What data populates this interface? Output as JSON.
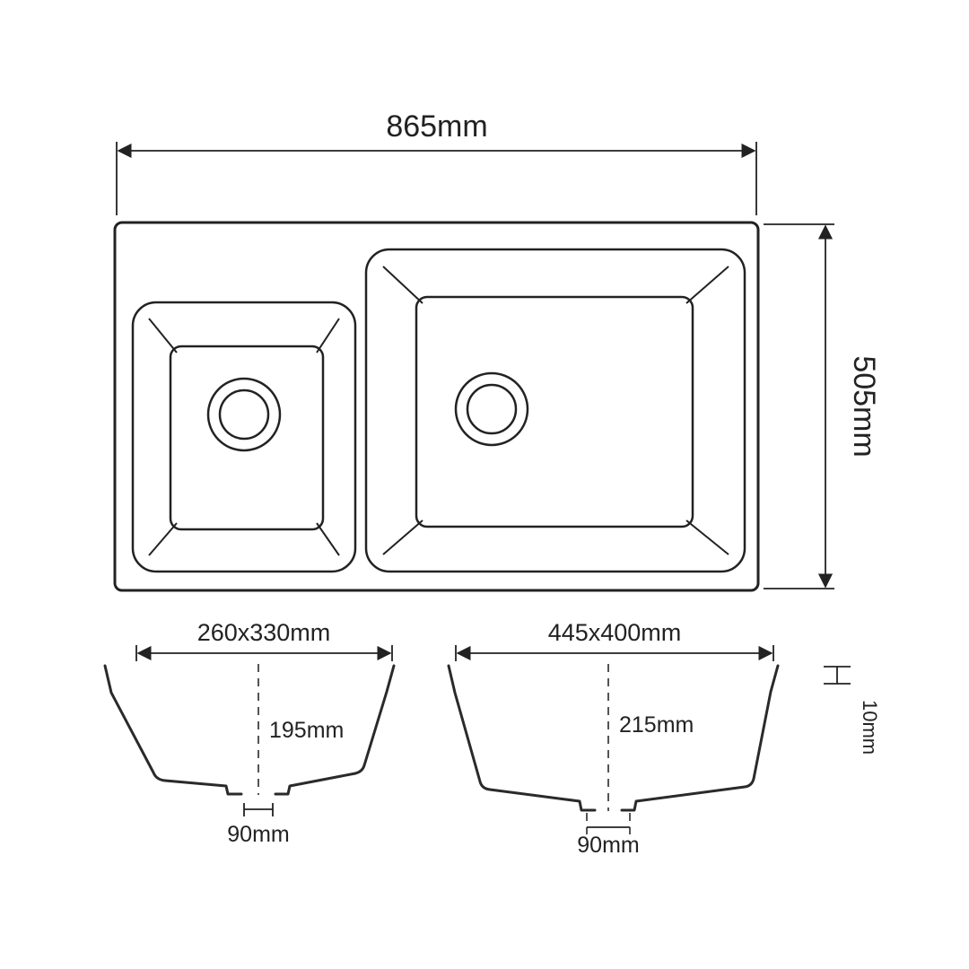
{
  "drawing": {
    "type": "kitchen sink technical drawing, top view with cross sections",
    "background_color": "#ffffff",
    "line_color": "#222222"
  },
  "top_view": {
    "overall_width_label": "865mm",
    "overall_depth_label": "505mm"
  },
  "cross_section": {
    "left_bowl": {
      "opening_label": "260x330mm",
      "depth_label": "195mm",
      "drain_label": "90mm"
    },
    "right_bowl": {
      "opening_label": "445x400mm",
      "depth_label": "215mm",
      "drain_label": "90mm"
    },
    "rim_thickness_label": "10mm"
  }
}
